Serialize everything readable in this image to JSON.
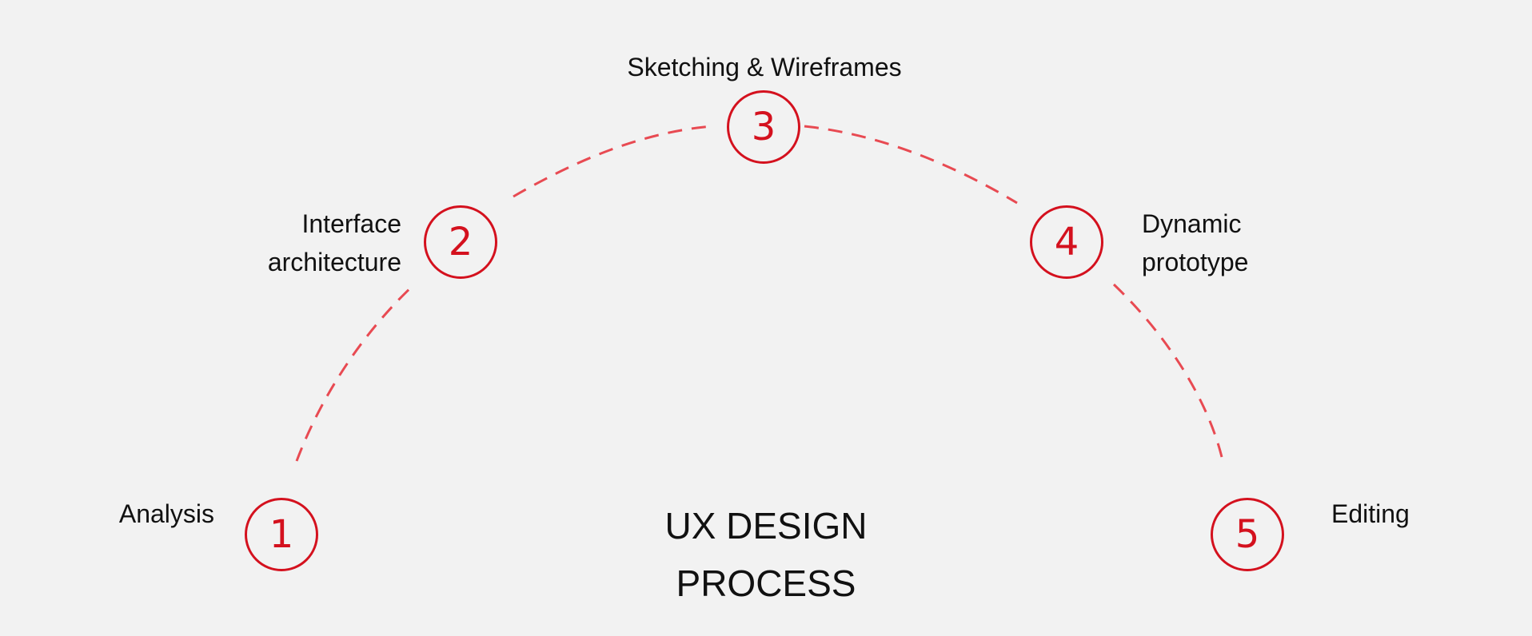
{
  "title": {
    "line1": "UX DESIGN",
    "line2": "PROCESS"
  },
  "steps": [
    {
      "number": "1",
      "label": [
        "Analysis"
      ]
    },
    {
      "number": "2",
      "label": [
        "Interface",
        "architecture"
      ]
    },
    {
      "number": "3",
      "label": [
        "Sketching & Wireframes"
      ]
    },
    {
      "number": "4",
      "label": [
        "Dynamic",
        "prototype"
      ]
    },
    {
      "number": "5",
      "label": [
        "Editing"
      ]
    }
  ],
  "colors": {
    "accent": "#d4111e",
    "connector": "#e84a52",
    "background": "#f2f2f2",
    "text": "#111111"
  }
}
